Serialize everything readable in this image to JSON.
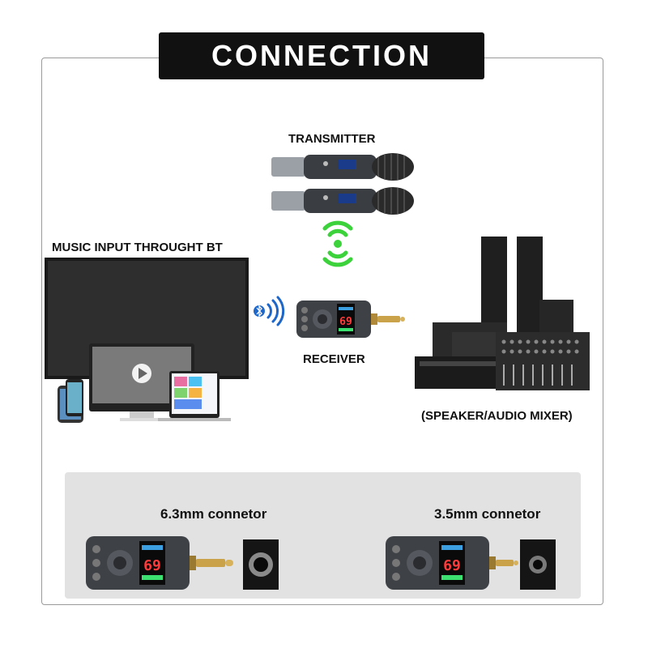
{
  "title": "CONNECTION",
  "labels": {
    "transmitter": "TRANSMITTER",
    "music_input": "MUSIC INPUT THROUGHT BT",
    "receiver": "RECEIVER",
    "speaker_mixer": "(SPEAKER/AUDIO MIXER)"
  },
  "connectors": {
    "left": "6.3mm connetor",
    "right": "3.5mm connetor"
  },
  "receiver_display": "69",
  "colors": {
    "banner": "#111111",
    "wifi_signal": "#3cd23c",
    "bluetooth": "#1e66c8",
    "panel": "#e2e2e2"
  }
}
